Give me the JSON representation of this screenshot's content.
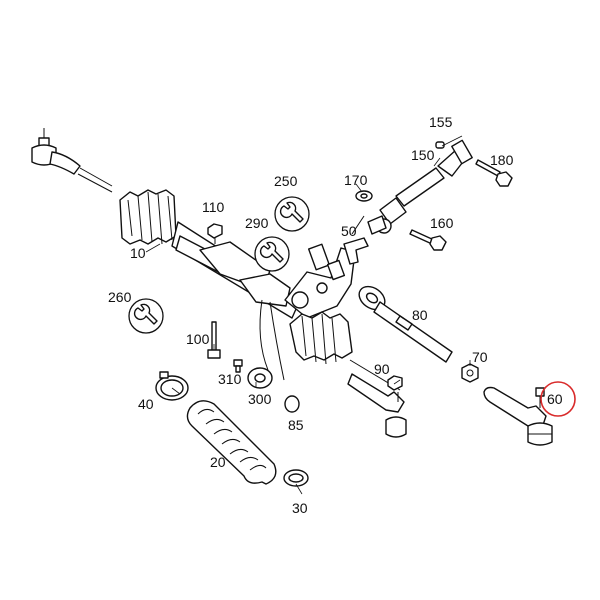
{
  "diagram": {
    "highlight_color": "#d92b2b",
    "highlighted_part": "60",
    "labels": {
      "p10": "10",
      "p20": "20",
      "p30": "30",
      "p40": "40",
      "p50": "50",
      "p60": "60",
      "p70": "70",
      "p80": "80",
      "p85": "85",
      "p90": "90",
      "p100": "100",
      "p110": "110",
      "p150": "150",
      "p155": "155",
      "p160": "160",
      "p170": "170",
      "p180": "180",
      "p250": "250",
      "p260": "260",
      "p290": "290",
      "p300": "300",
      "p310": "310"
    },
    "icons": [
      "wrench-icon",
      "wrench-icon",
      "wrench-icon"
    ]
  }
}
